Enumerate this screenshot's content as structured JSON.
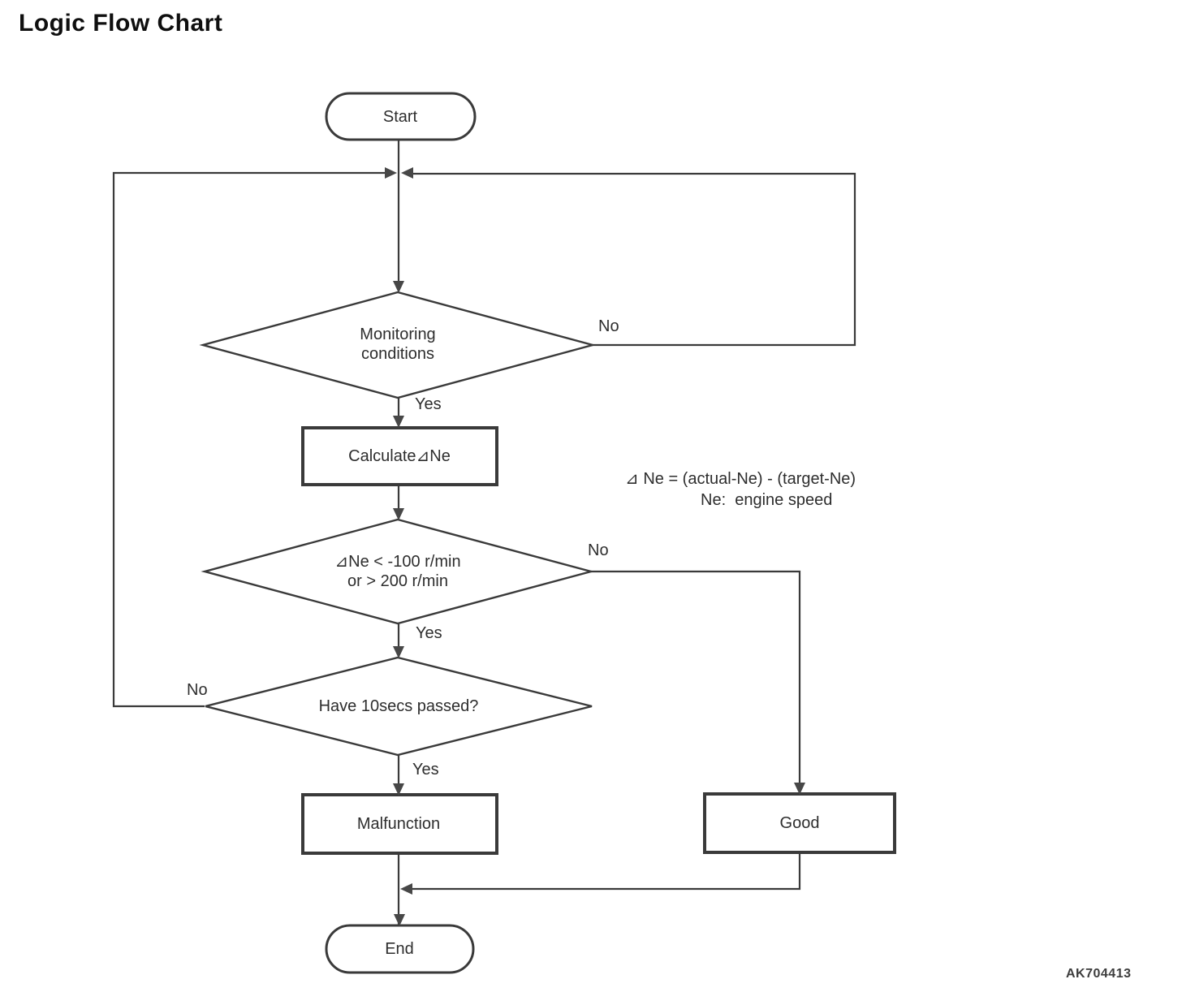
{
  "title": "Logic Flow Chart",
  "figure_code": "AK704413",
  "nodes": {
    "start": {
      "label": "Start"
    },
    "monitoring": {
      "label": "Monitoring\nconditions"
    },
    "calculate": {
      "label": "Calculate⊿Ne"
    },
    "delta_check": {
      "label": "⊿Ne < -100 r/min\nor > 200 r/min"
    },
    "ten_secs": {
      "label": "Have 10secs passed?"
    },
    "malfunction": {
      "label": "Malfunction"
    },
    "good": {
      "label": "Good"
    },
    "end": {
      "label": "End"
    }
  },
  "branches": {
    "monitoring_no": "No",
    "monitoring_yes": "Yes",
    "delta_no": "No",
    "delta_yes": "Yes",
    "ten_secs_no": "No",
    "ten_secs_yes": "Yes"
  },
  "annotation": {
    "formula": "⊿ Ne = (actual-Ne) - (target-Ne)",
    "note": "Ne:  engine speed"
  },
  "colors": {
    "ink": "#3a3a3a",
    "text": "#2e2e2e",
    "background": "#ffffff"
  }
}
